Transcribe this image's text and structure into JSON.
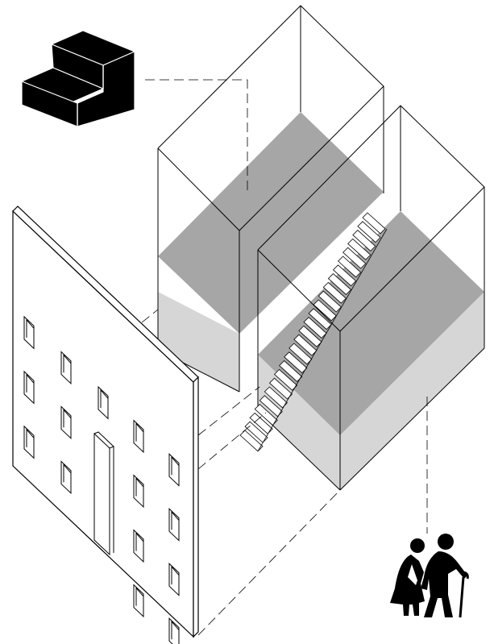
{
  "diagram": {
    "type": "exploded-axonometric",
    "labels": [],
    "colors": {
      "line": "#000000",
      "floor_dark": "#a6a6a6",
      "floor_light": "#d6d6d6",
      "background": "#ffffff",
      "icon_fill": "#000000"
    },
    "icons": [
      "stairs-icon",
      "elderly-couple-icon"
    ],
    "facade": {
      "window_rows": 4,
      "has_door": true
    },
    "stair": {
      "steps": 26
    }
  }
}
